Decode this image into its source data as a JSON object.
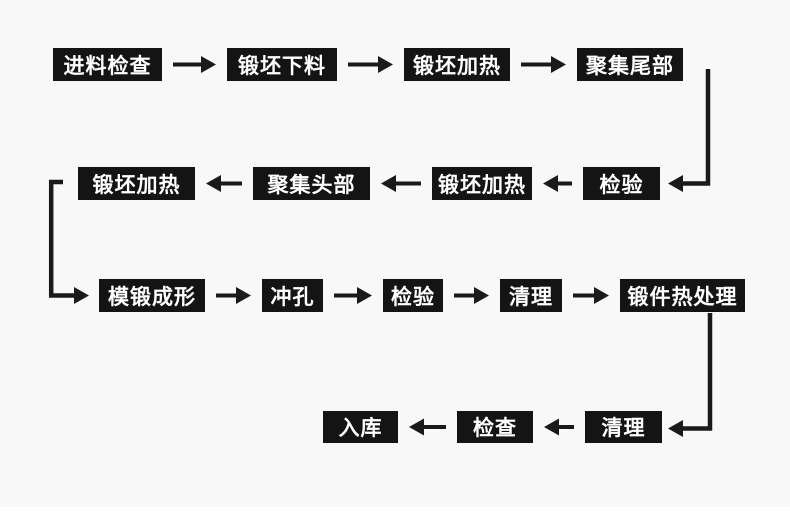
{
  "diagram": {
    "type": "flowchart",
    "colors": {
      "panel_bg": "#f8f8f8",
      "page_bg": "#ffffff",
      "node_bg": "#141414",
      "node_text": "#ffffff",
      "arrow": "#1a1a1a"
    },
    "rows": [
      {
        "direction": "left-to-right",
        "nodes": [
          "进料检查",
          "锻坯下料",
          "锻坯加热",
          "聚集尾部"
        ]
      },
      {
        "direction": "right-to-left",
        "nodes": [
          "锻坯加热",
          "聚集头部",
          "锻坯加热",
          "检验"
        ]
      },
      {
        "direction": "left-to-right",
        "nodes": [
          "模锻成形",
          "冲孔",
          "检验",
          "清理",
          "锻件热处理"
        ]
      },
      {
        "direction": "right-to-left",
        "nodes": [
          "入库",
          "检查",
          "清理"
        ]
      }
    ]
  }
}
